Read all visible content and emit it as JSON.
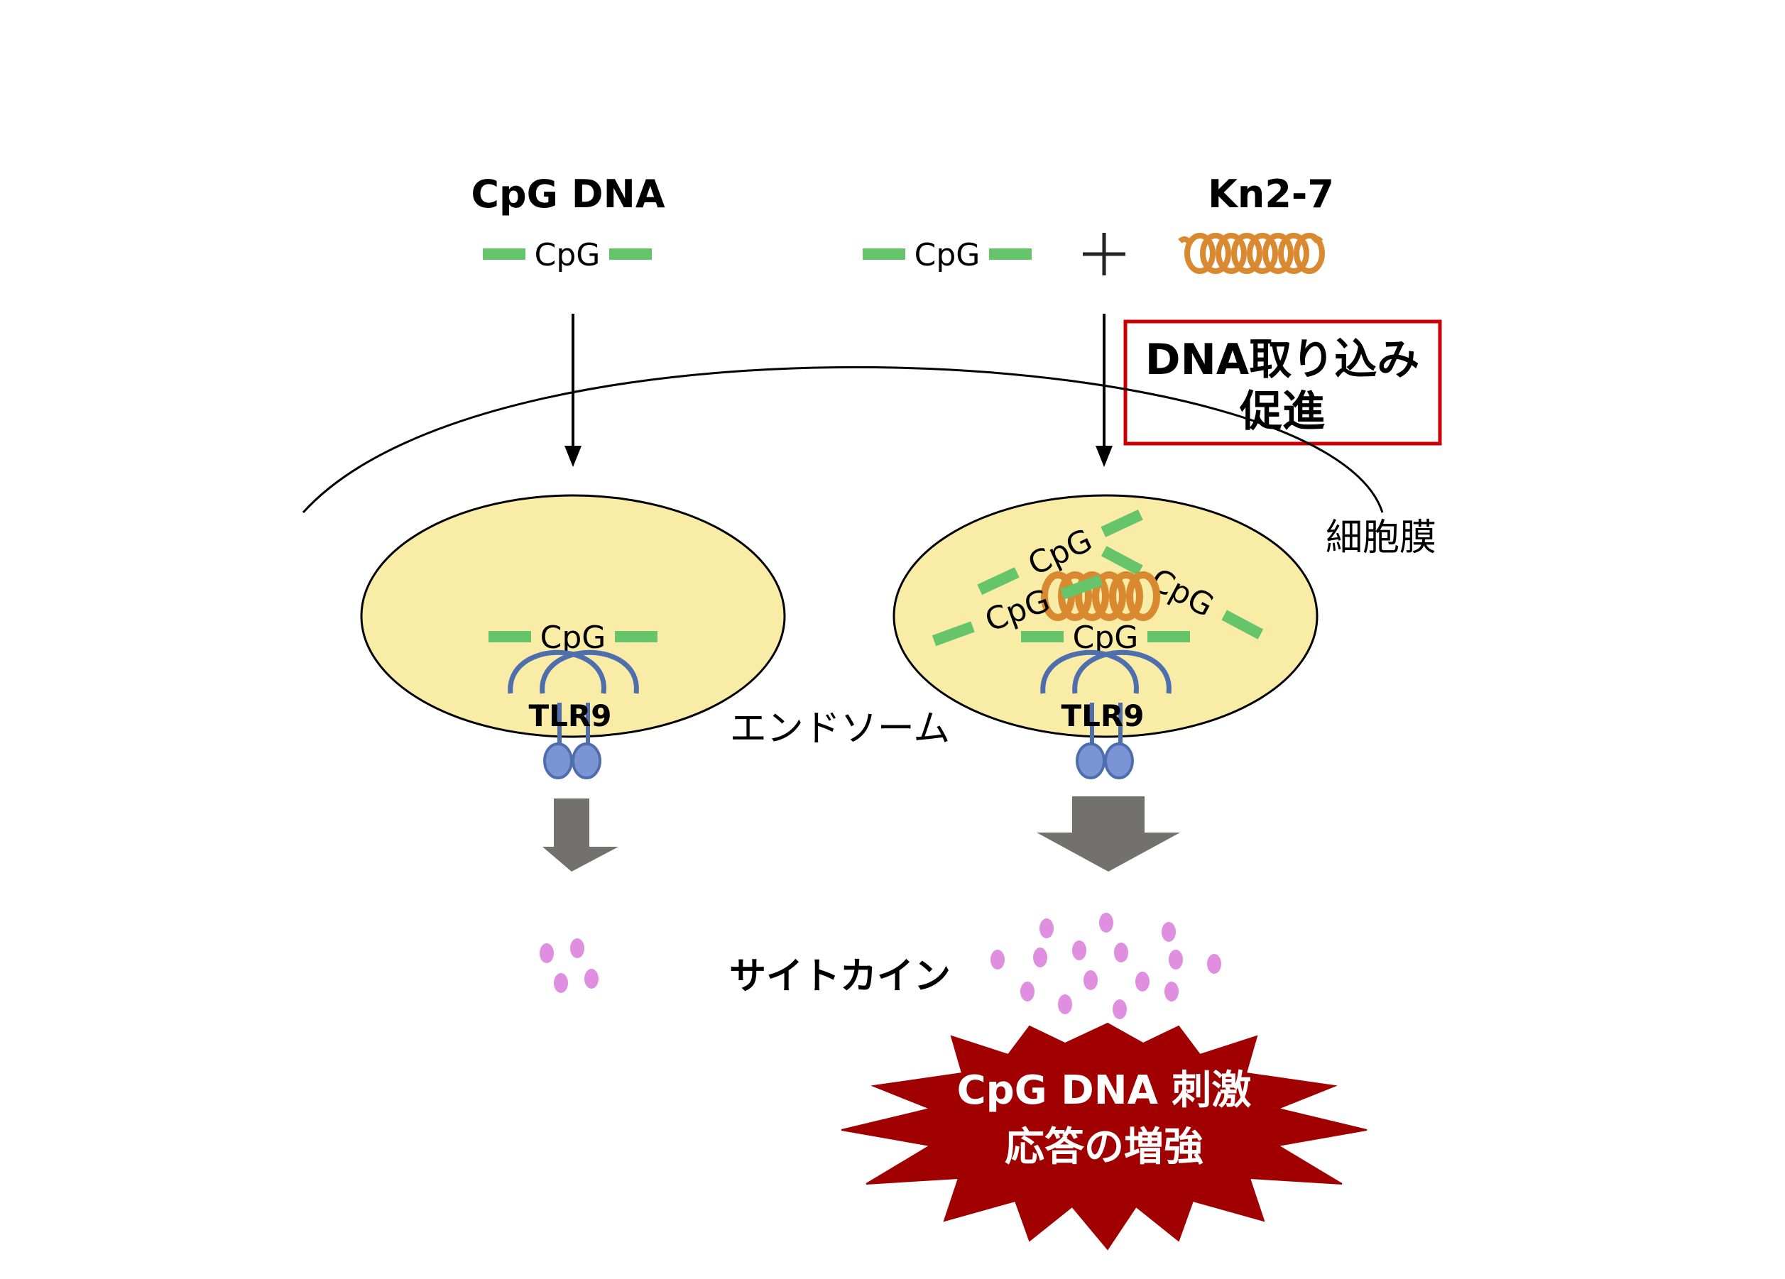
{
  "labels": {
    "cpg_dna": "CpG DNA",
    "kn27": "Kn2-7",
    "cpg": "CpG",
    "plus": "+",
    "uptake_line1": "DNA取り込み",
    "uptake_line2": "促進",
    "membrane": "細胞膜",
    "endosome": "エンドソーム",
    "tlr9": "TLR9",
    "cytokine": "サイトカイン",
    "result_line1": "CpG DNA 刺激",
    "result_line2": "応答の増強"
  },
  "colors": {
    "cpg_green": "#66c46a",
    "helix_orange": "#d9892f",
    "endosome_fill": "#f8eca6",
    "tlr_blue": "#4f6eae",
    "tlr_body": "#7b95d4",
    "arrow_gray": "#737070",
    "cytokine_pink": "#e08ee0",
    "box_red": "#cc0000",
    "burst_red": "#a10000"
  }
}
